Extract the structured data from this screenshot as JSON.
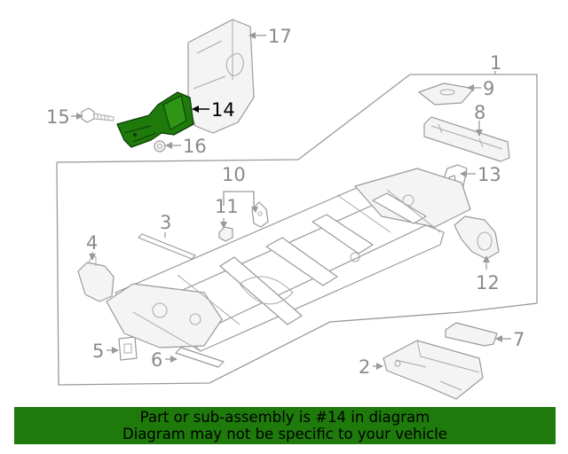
{
  "highlight_color": "#1f7a0c",
  "banner": {
    "line1": "Part or sub-assembly is #14 in diagram",
    "line2": "Diagram may not be specific to your vehicle"
  },
  "callouts": {
    "c1": "1",
    "c2": "2",
    "c3": "3",
    "c4": "4",
    "c5": "5",
    "c6": "6",
    "c7": "7",
    "c8": "8",
    "c9": "9",
    "c10": "10",
    "c11": "11",
    "c12": "12",
    "c13": "13",
    "c14": "14",
    "c15": "15",
    "c16": "16",
    "c17": "17"
  },
  "highlighted_part": "14"
}
